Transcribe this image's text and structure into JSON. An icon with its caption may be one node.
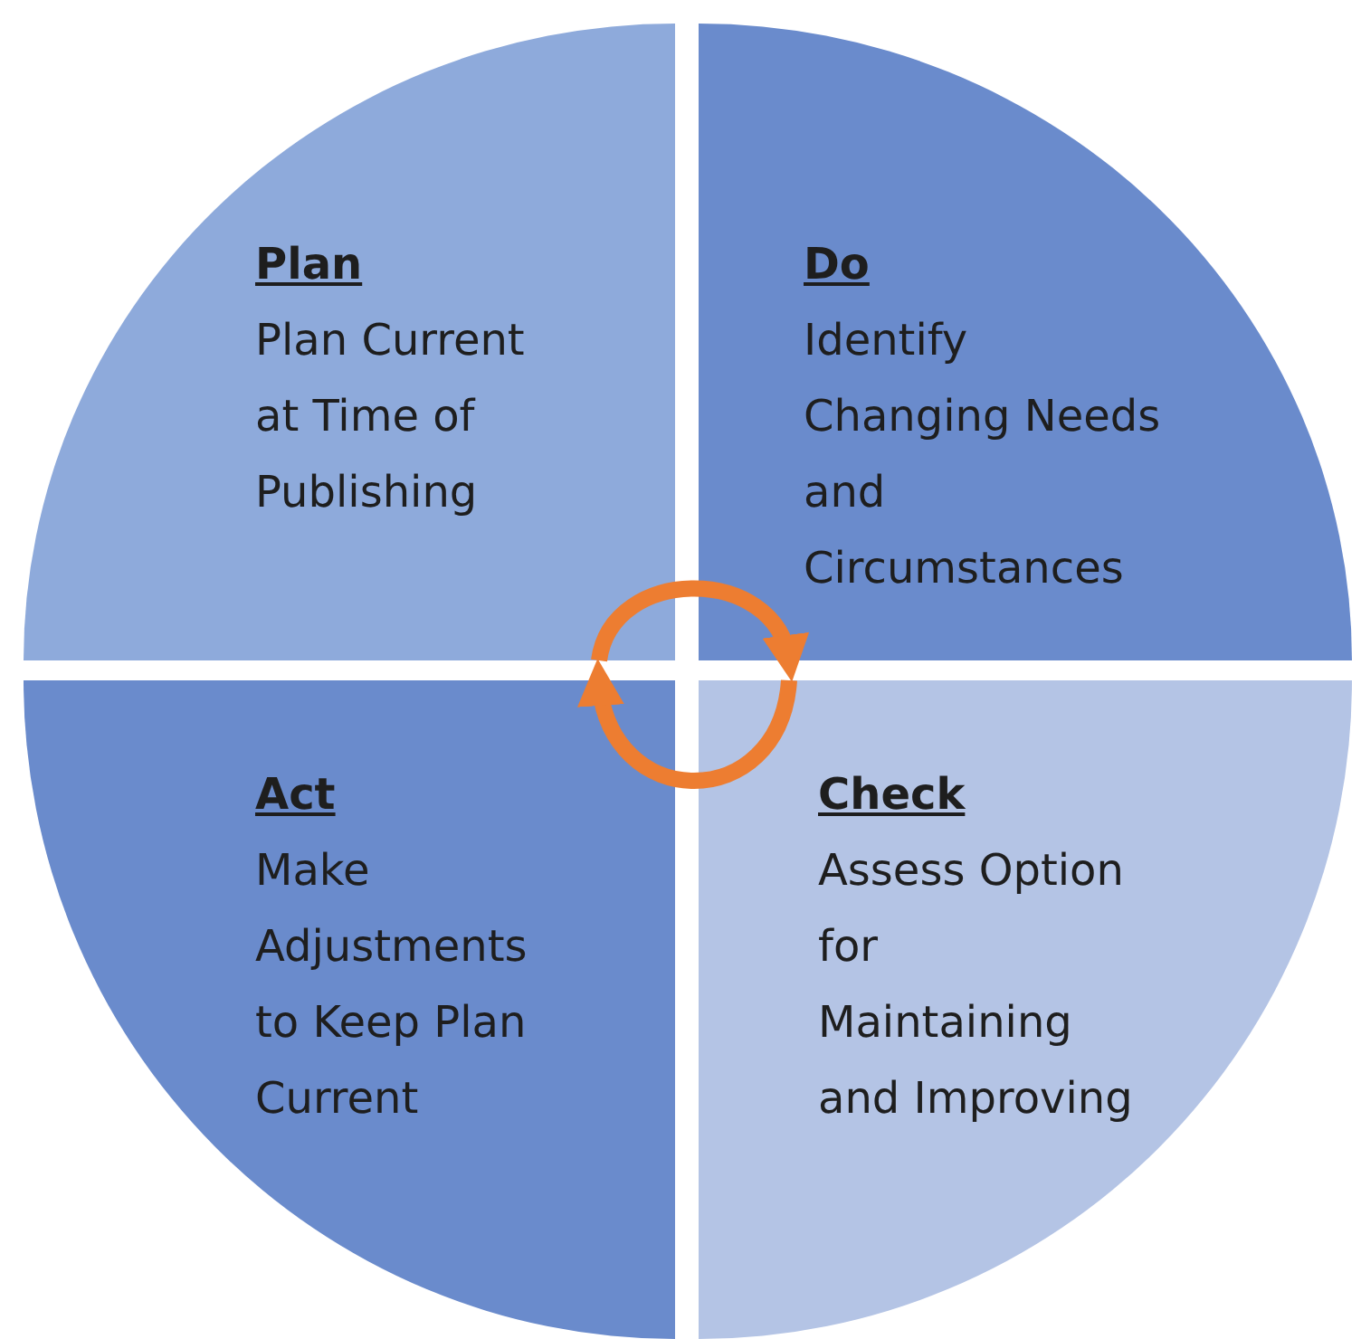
{
  "diagram": {
    "nodes": [
      {
        "text": [
          "Plan",
          "Plan Current at Time of Publishing"
        ]
      },
      {
        "text": [
          "Do",
          "Identify Changing Needs and Circumstances"
        ]
      },
      {
        "text": [
          "Act",
          "Make Adjustments to Keep Plan Current"
        ]
      },
      {
        "text": [
          "Check",
          "Assess Option for Maintaining and Improving"
        ]
      }
    ],
    "edges": [
      {
        "from": 0,
        "to": 1,
        "arrow": "to",
        "color": "#ed7d31"
      },
      {
        "from": 3,
        "to": 2,
        "arrow": "to",
        "color": "#ed7d31"
      }
    ]
  }
}
